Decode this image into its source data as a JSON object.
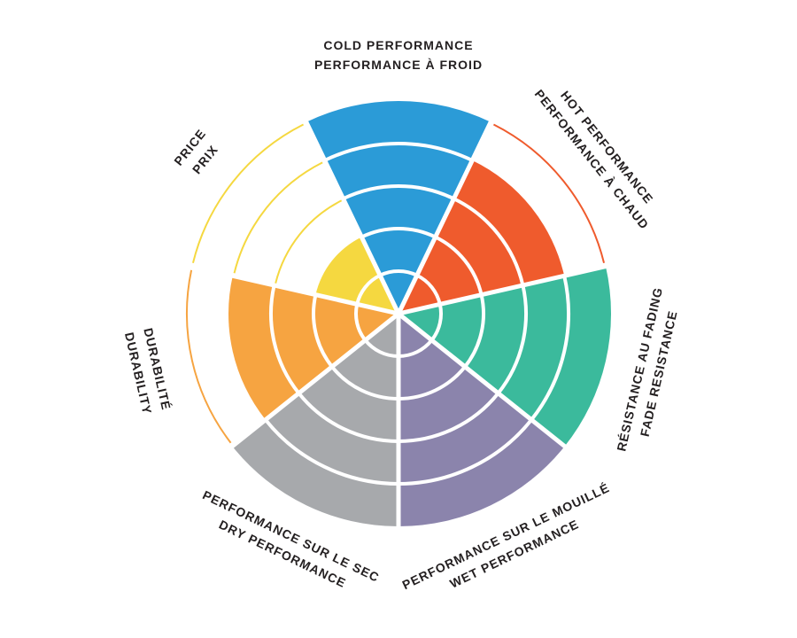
{
  "page": {
    "background_color": "#ffffff"
  },
  "chart_data": {
    "type": "pie",
    "subtype": "segmented-performance-wheel",
    "title": "",
    "rings": 5,
    "scale": {
      "min": 0,
      "max": 5
    },
    "start_angle_deg": -90,
    "grid": "white concentric ring dividers inside filled wedges, thin colored arcs for unfilled rings",
    "legend_position": "none",
    "label_color": "#231f20",
    "segments": [
      {
        "id": "cold-performance",
        "lines": [
          "COLD PERFORMANCE",
          "PERFORMANCE À FROID"
        ],
        "value": 5,
        "color": "#2b9bd7"
      },
      {
        "id": "hot-performance",
        "lines": [
          "HOT PERFORMANCE",
          "PERFORMANCE À CHAUD"
        ],
        "value": 4,
        "color": "#ef5b2d"
      },
      {
        "id": "fade-resistance",
        "lines": [
          "RÉSISTANCE AU FADING",
          "FADE RESISTANCE"
        ],
        "value": 5,
        "color": "#3bba9c"
      },
      {
        "id": "wet-performance",
        "lines": [
          "PERFORMANCE SUR LE MOUILLÉ",
          "WET PERFORMANCE"
        ],
        "value": 5,
        "color": "#8b84ac"
      },
      {
        "id": "dry-performance",
        "lines": [
          "PERFORMANCE SUR LE SEC",
          "DRY PERFORMANCE"
        ],
        "value": 5,
        "color": "#a7a9ac"
      },
      {
        "id": "durability",
        "lines": [
          "DURABILITÉ",
          "DURABILITY"
        ],
        "value": 4,
        "color": "#f6a441"
      },
      {
        "id": "price",
        "lines": [
          "PRICE",
          "PRIX"
        ],
        "value": 2,
        "color": "#f5d840"
      }
    ]
  }
}
